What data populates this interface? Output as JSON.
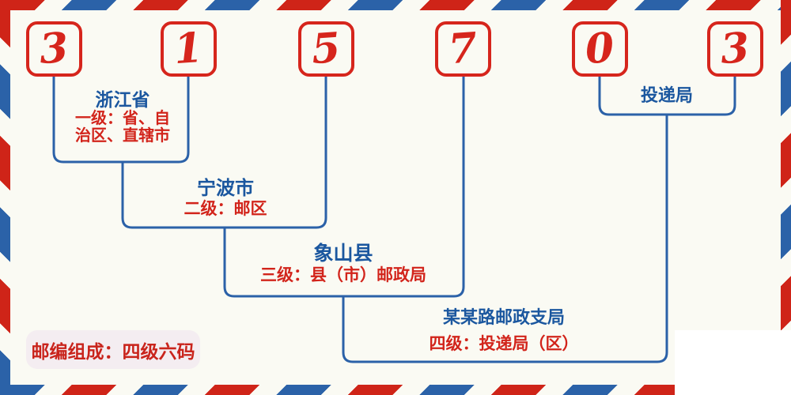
{
  "postal_code": {
    "digits": [
      "3",
      "1",
      "5",
      "7",
      "0",
      "3"
    ]
  },
  "levels": [
    {
      "title": "浙江省",
      "desc_lines": [
        "一级：省、自",
        "治区、直辖市"
      ]
    },
    {
      "title": "宁波市",
      "desc_lines": [
        "二级：邮区"
      ]
    },
    {
      "title": "象山县",
      "desc_lines": [
        "三级：县（市）邮政局"
      ]
    },
    {
      "title": "某某路邮政支局",
      "desc_lines": [
        "四级：投递局（区）"
      ]
    },
    {
      "title": "投递局",
      "desc_lines": []
    }
  ],
  "badge": {
    "text": "邮编组成：四级六码"
  },
  "colors": {
    "digit_red": "#d6251c",
    "text_red": "#d2241b",
    "title_blue": "#1b579f",
    "line_blue": "#2b61a8",
    "stripe_red": "#cf2418",
    "stripe_blue": "#2b62a8",
    "background": "#fafaf3",
    "badge_background": "#f4edf1"
  }
}
